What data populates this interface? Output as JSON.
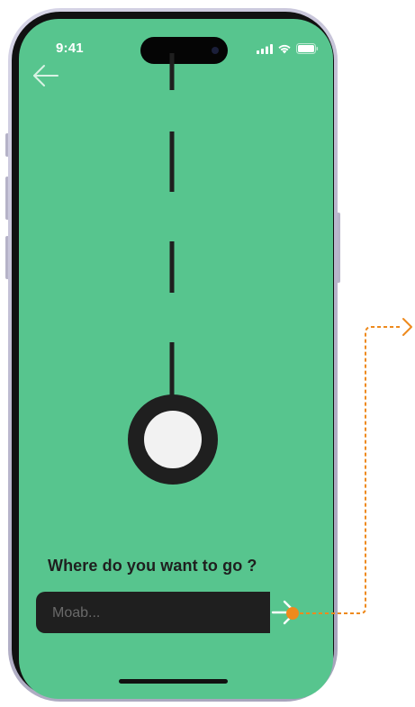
{
  "status_bar": {
    "time": "9:41",
    "icons": [
      "cellular-signal-icon",
      "wifi-icon",
      "battery-icon"
    ]
  },
  "nav": {
    "back_icon": "arrow-left-icon"
  },
  "main": {
    "question": "Where do you want to go ?",
    "destination_placeholder": "Moab...",
    "destination_value": "",
    "go_icon": "arrow-right-icon"
  },
  "colors": {
    "screen_background": "#57c58e",
    "input_background": "#1f1f1f",
    "route_line": "#1f1f1f",
    "marker_fill": "#f2f2f2",
    "annotation_accent": "#ee8a1d"
  }
}
